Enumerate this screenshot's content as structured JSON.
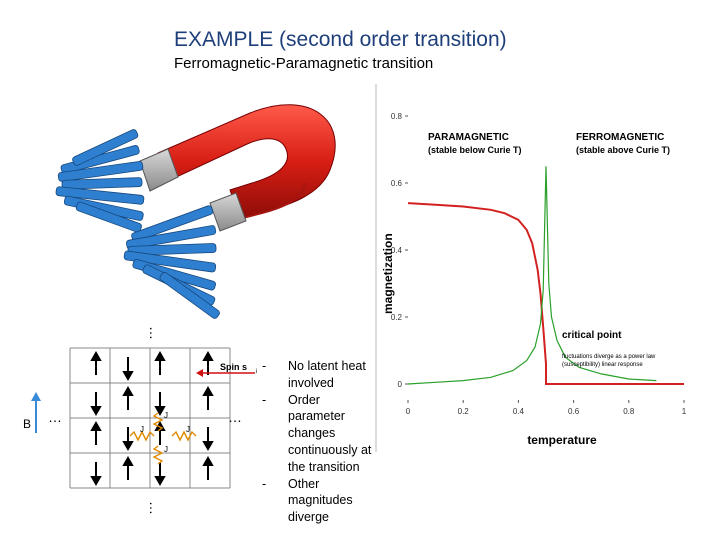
{
  "title": "EXAMPLE (second order transition)",
  "subtitle": "Ferromagnetic-Paramagnetic transition",
  "lattice": {
    "spin_label": "Spin s",
    "spin_sub": "i",
    "field_label": "B",
    "coupling_label": "J",
    "ellipsis": "…"
  },
  "bullets": [
    {
      "dash": "-",
      "text": "No latent heat involved"
    },
    {
      "dash": "-",
      "text": "Order parameter changes continuously at the transition"
    },
    {
      "dash": "-",
      "text": "Other magnitudes diverge"
    }
  ],
  "chart_data": {
    "type": "line",
    "xlabel": "temperature",
    "ylabel": "magnetization",
    "xlim": [
      0,
      1
    ],
    "ylim": [
      0,
      0.8
    ],
    "xticks": [
      "0",
      "0.2",
      "0.4",
      "0.6",
      "0.8",
      "1"
    ],
    "yticks": [
      "0",
      "0.2",
      "0.4",
      "0.6",
      "0.8"
    ],
    "series": [
      {
        "color": "#d32020",
        "x": [
          0.0,
          0.1,
          0.2,
          0.3,
          0.35,
          0.4,
          0.43,
          0.45,
          0.47,
          0.48,
          0.49,
          0.5,
          0.5,
          0.6,
          0.8,
          1.0
        ],
        "y": [
          0.54,
          0.535,
          0.53,
          0.52,
          0.51,
          0.49,
          0.46,
          0.42,
          0.34,
          0.27,
          0.17,
          0.06,
          0.0,
          0.0,
          0.0,
          0.0
        ]
      },
      {
        "color": "#2aa02a",
        "x": [
          0.0,
          0.1,
          0.2,
          0.3,
          0.38,
          0.43,
          0.46,
          0.48,
          0.49,
          0.5,
          0.51,
          0.52,
          0.54,
          0.57,
          0.62,
          0.7,
          0.8,
          0.9
        ],
        "y": [
          0.0,
          0.005,
          0.01,
          0.02,
          0.04,
          0.07,
          0.11,
          0.18,
          0.28,
          0.65,
          0.3,
          0.2,
          0.13,
          0.08,
          0.05,
          0.03,
          0.015,
          0.01
        ]
      }
    ],
    "annotations": [
      {
        "text": "PARAMAGNETIC",
        "sub": "(stable below Curie T)"
      },
      {
        "text": "FERROMAGNETIC",
        "sub": "(stable above Curie T)"
      },
      {
        "text": "critical point"
      },
      {
        "text": "fluctuations diverge as a power law",
        "sub": "(susceptibility) linear response"
      }
    ]
  }
}
